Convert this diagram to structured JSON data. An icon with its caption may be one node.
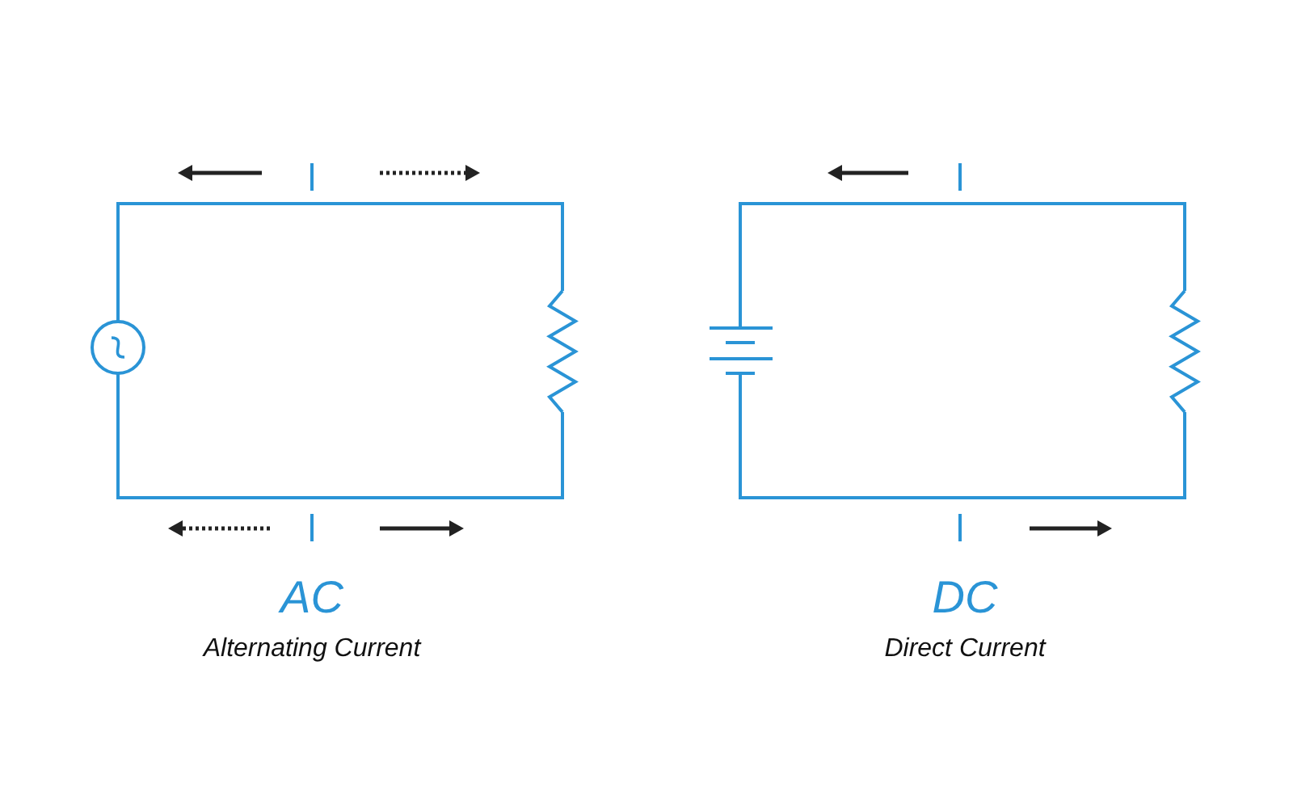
{
  "diagram": {
    "labels": [
      "AC",
      "Alternating Current",
      "DC",
      "Direct Current"
    ]
  }
}
